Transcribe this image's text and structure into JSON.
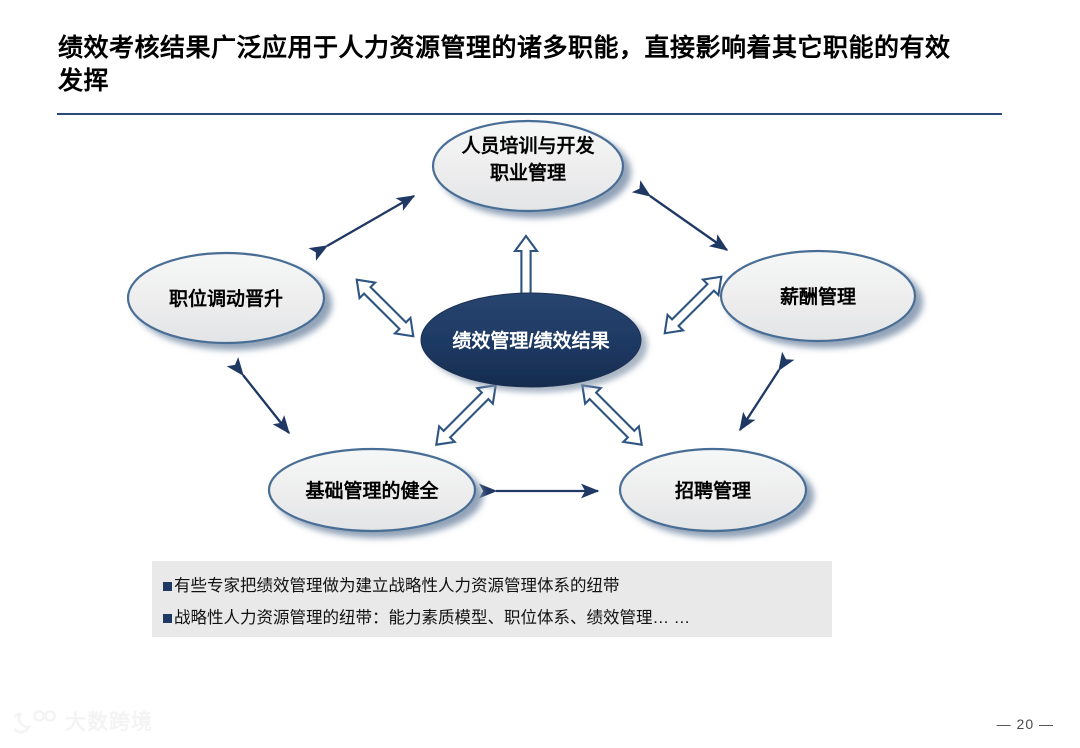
{
  "slide": {
    "title": "绩效考核结果广泛应用于人力资源管理的诸多职能，直接影响着其它职能的有效发挥",
    "page_number": "— 20 —"
  },
  "colors": {
    "center_fill": "#1f3864",
    "node_fill": "#eceded",
    "node_stroke": "#4a6e96",
    "hollow_arrow_stroke": "#2e5481",
    "thin_arrow": "#1f3864",
    "rule": "#2b4a74",
    "bullet_box_bg": "#e9e9e9",
    "bullet_mark": "#1f3864"
  },
  "diagram": {
    "center": {
      "label": "绩效管理/绩效结果"
    },
    "nodes": [
      {
        "id": "training",
        "line1": "人员培训与开发",
        "line2": "职业管理"
      },
      {
        "id": "promotion",
        "line1": "职位调动晋升",
        "line2": ""
      },
      {
        "id": "compensation",
        "line1": "薪酬管理",
        "line2": ""
      },
      {
        "id": "foundation",
        "line1": "基础管理的健全",
        "line2": ""
      },
      {
        "id": "recruiting",
        "line1": "招聘管理",
        "line2": ""
      }
    ],
    "connectors": [
      {
        "id": "center-training",
        "style": "hollow"
      },
      {
        "id": "center-promotion",
        "style": "hollow"
      },
      {
        "id": "center-compensation",
        "style": "hollow"
      },
      {
        "id": "center-foundation",
        "style": "hollow"
      },
      {
        "id": "center-recruiting",
        "style": "hollow"
      },
      {
        "id": "promotion-training",
        "style": "thin"
      },
      {
        "id": "training-compensation",
        "style": "thin"
      },
      {
        "id": "promotion-foundation",
        "style": "thin"
      },
      {
        "id": "compensation-recruiting",
        "style": "thin"
      },
      {
        "id": "foundation-recruiting",
        "style": "thin"
      }
    ]
  },
  "notes": {
    "bullets": [
      "有些专家把绩效管理做为建立战略性人力资源管理体系的纽带",
      "战略性人力资源管理的纽带：能力素质模型、职位体系、绩效管理… …"
    ]
  },
  "watermark": {
    "text": "大数跨境"
  }
}
